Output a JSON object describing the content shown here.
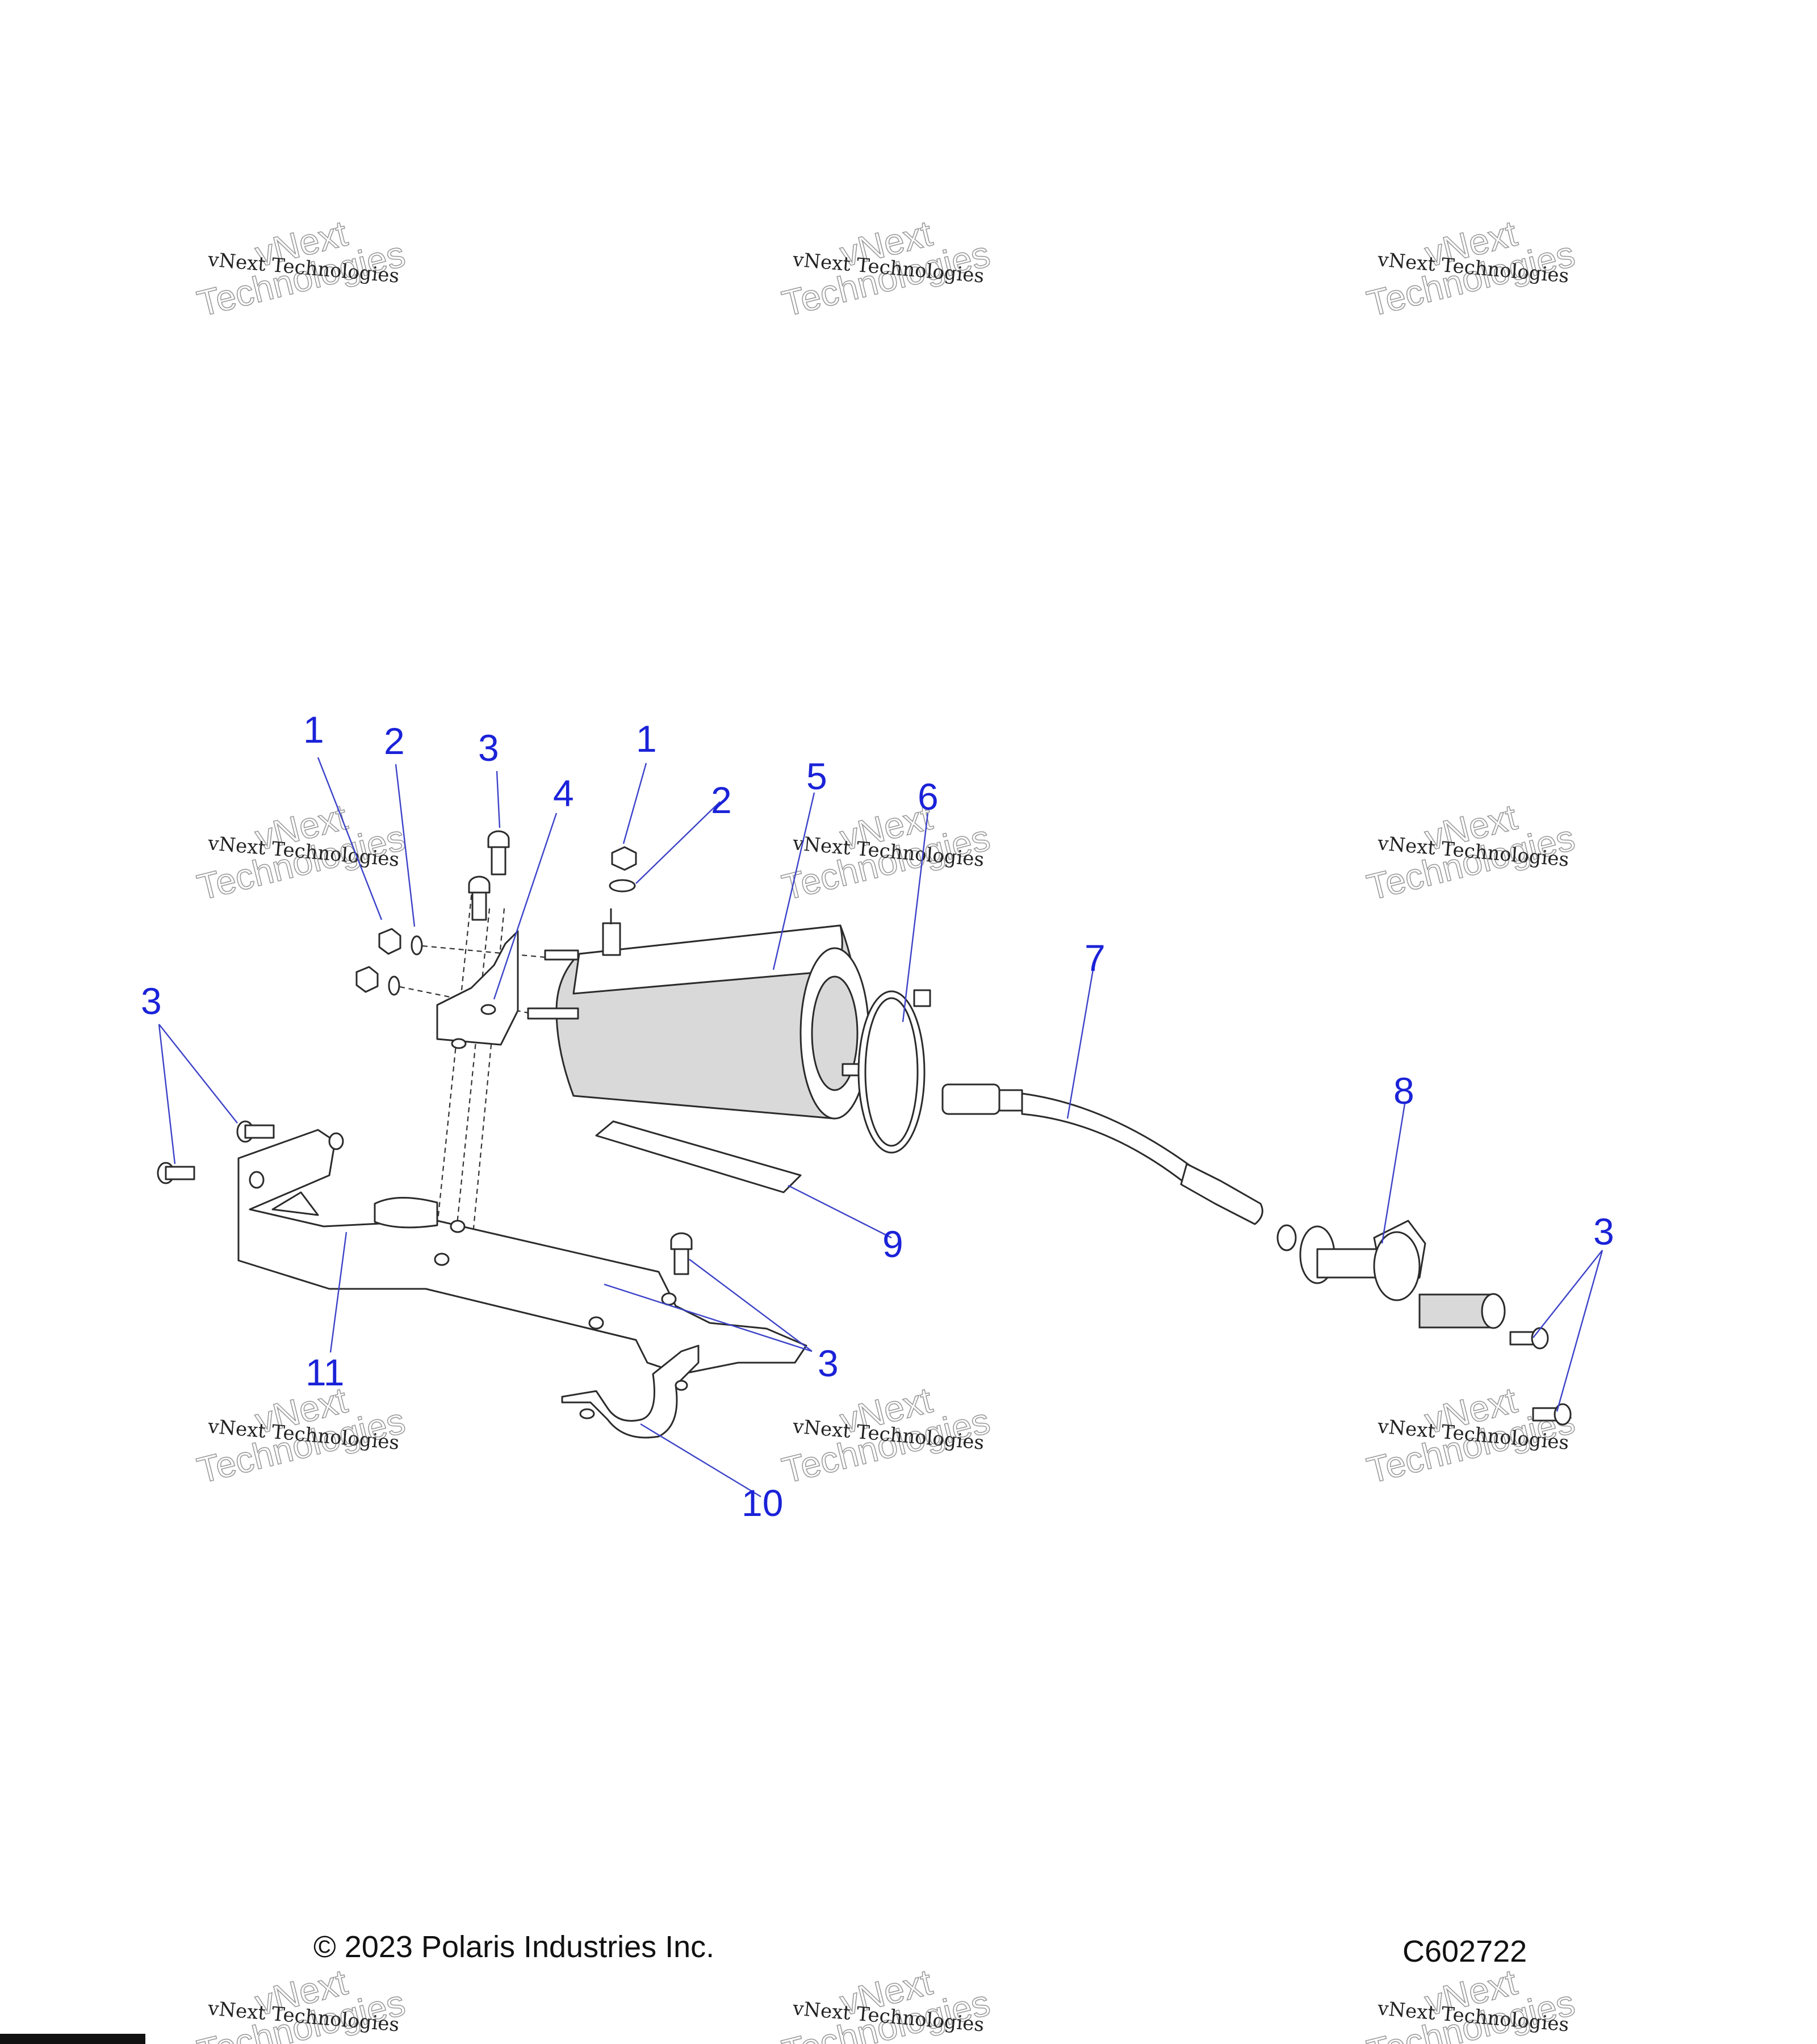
{
  "watermark": {
    "line1": "vNext Technologies",
    "line2": "vNext",
    "line3": "Technologies"
  },
  "callouts": [
    {
      "id": "c1a",
      "text": "1"
    },
    {
      "id": "c2a",
      "text": "2"
    },
    {
      "id": "c3a",
      "text": "3"
    },
    {
      "id": "c4",
      "text": "4"
    },
    {
      "id": "c1b",
      "text": "1"
    },
    {
      "id": "c2b",
      "text": "2"
    },
    {
      "id": "c5",
      "text": "5"
    },
    {
      "id": "c6",
      "text": "6"
    },
    {
      "id": "c7",
      "text": "7"
    },
    {
      "id": "c8",
      "text": "8"
    },
    {
      "id": "c3b",
      "text": "3"
    },
    {
      "id": "c3c",
      "text": "3"
    },
    {
      "id": "c9",
      "text": "9"
    },
    {
      "id": "c11",
      "text": "11"
    },
    {
      "id": "c10",
      "text": "10"
    },
    {
      "id": "c3d",
      "text": "3"
    }
  ],
  "footer": {
    "copyright": "© 2023 Polaris Industries Inc.",
    "drawing_id": "C602722"
  }
}
